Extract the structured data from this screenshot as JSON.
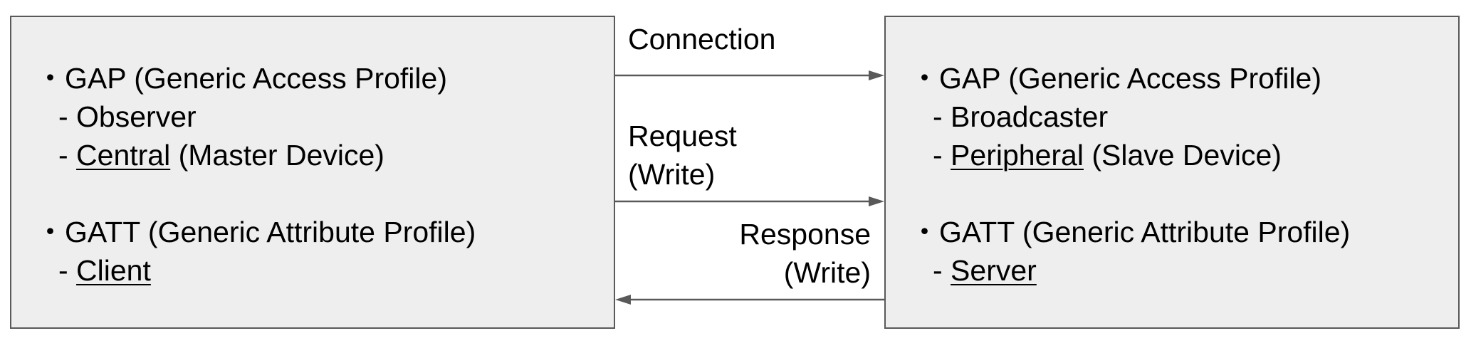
{
  "client": {
    "gap_line": "・GAP (Generic Access Profile)",
    "gap_role1": "- Observer",
    "gap_role2_prefix": "- ",
    "gap_role2_name": "Central",
    "gap_role2_suffix": " (Master Device)",
    "gatt_line": "・GATT (Generic Attribute Profile)",
    "gatt_role_prefix": "- ",
    "gatt_role_name": "Client"
  },
  "server": {
    "gap_line": "・GAP (Generic Access Profile)",
    "gap_role1": "- Broadcaster",
    "gap_role2_prefix": "- ",
    "gap_role2_name": "Peripheral",
    "gap_role2_suffix": " (Slave Device)",
    "gatt_line": "・GATT (Generic Attribute Profile)",
    "gatt_role_prefix": "- ",
    "gatt_role_name": "Server"
  },
  "arrows": {
    "connection": "Connection",
    "request_line1": "Request",
    "request_line2": "(Write)",
    "response_line1": "Response",
    "response_line2": "(Write)"
  },
  "colors": {
    "box_fill": "#eeeeee",
    "box_border": "#595959",
    "arrow": "#595959"
  }
}
